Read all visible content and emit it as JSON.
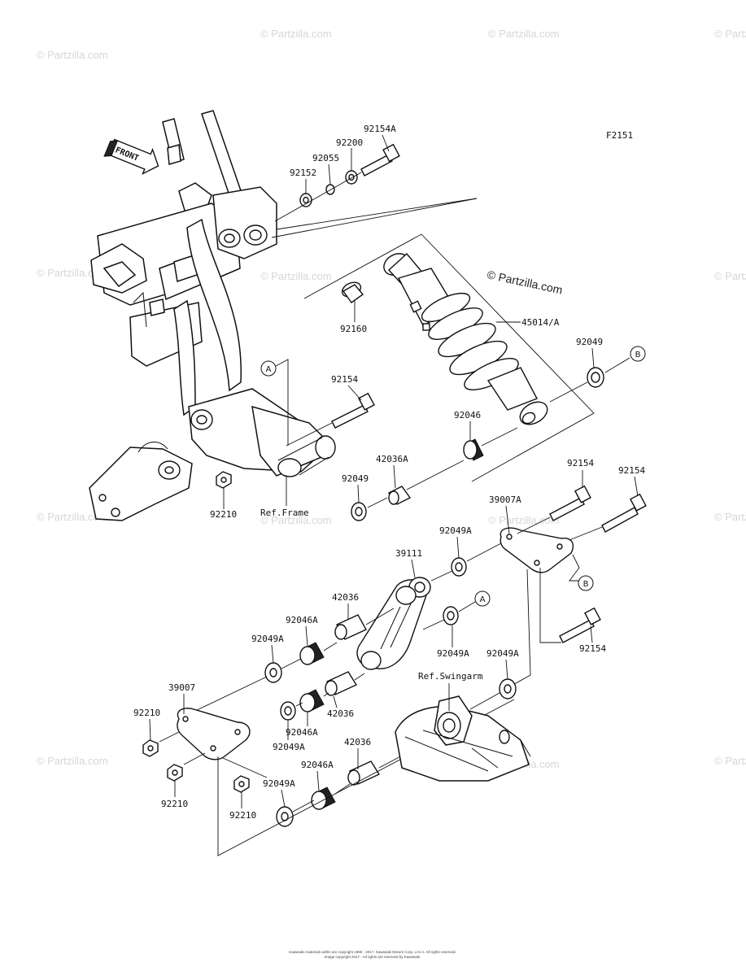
{
  "figure_id": "F2151",
  "front_arrow_label": "FRONT",
  "watermark": "© Partzilla.com",
  "ref_labels": {
    "frame": "Ref.Frame",
    "swingarm": "Ref.Swingarm"
  },
  "callouts": [
    "A",
    "B"
  ],
  "part_labels": {
    "p92154A": "92154A",
    "p92200": "92200",
    "p92055": "92055",
    "p92152": "92152",
    "p92160": "92160",
    "p45014A": "45014/A",
    "p92049_top": "92049",
    "p92154_a": "92154",
    "p92046": "92046",
    "p42036A": "42036A",
    "p92049_mid": "92049",
    "p92210_top": "92210",
    "p92154_b": "92154",
    "p92154_c": "92154",
    "p39007A": "39007A",
    "p92049A_1": "92049A",
    "p39111": "39111",
    "p42036_1": "42036",
    "p92046A_1": "92046A",
    "p92049A_2": "92049A",
    "p92049A_3": "92049A",
    "p92049A_4": "92049A",
    "p92154_d": "92154",
    "p39007": "39007",
    "p92210_1": "92210",
    "p92210_2": "92210",
    "p92210_3": "92210",
    "p92046A_2": "92046A",
    "p42036_2": "42036",
    "p92049A_5": "92049A",
    "p42036_3": "42036",
    "p92046A_3": "92046A",
    "p92049A_6": "92049A"
  },
  "copyright_lines": [
    "Kawasaki materials within are copyright 1996 - 2017, Kawasaki Motors Corp, U.S.A. All rights reserved.",
    "Image copyright 2017 - All rights are reserved by Kawasaki."
  ]
}
